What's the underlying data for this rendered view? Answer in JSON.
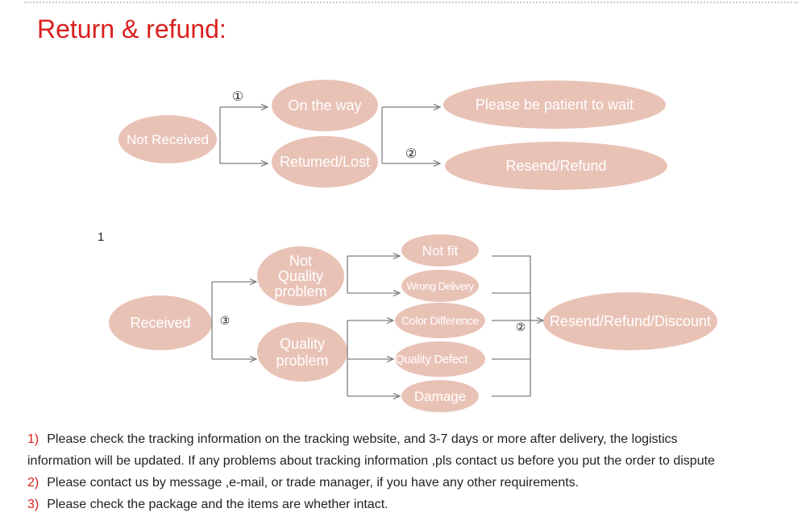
{
  "title": "Return & refund:",
  "colors": {
    "bubble": "#e9c2b6",
    "line": "#7f7f7f",
    "title": "#d9201e",
    "note_number": "#d9201e"
  },
  "diagram1": {
    "start": "Not Received",
    "step1_marker": "①",
    "on_the_way": "On the way",
    "returned_lost": "Retumed/Lost",
    "step2_marker": "②",
    "patient": "Please be patient to wait",
    "resend_refund": "Resend/Refund"
  },
  "stray_text": "1",
  "diagram2": {
    "start": "Received",
    "step3_marker": "③",
    "not_quality_lines": [
      "Not",
      "Quality",
      "problem"
    ],
    "quality_lines": [
      "Quality",
      "problem"
    ],
    "issues": [
      "Not fit",
      "Wrong Delivery",
      "Color Difference",
      "Quality Defect",
      "Damage"
    ],
    "step2_marker": "②",
    "outcome": "Resend/Refund/Discount"
  },
  "notes": [
    {
      "number": "1)",
      "text": "Please check the tracking information on the tracking website, and 3-7 days or more after delivery, the logistics"
    },
    {
      "number": "",
      "text": "information will be updated. If any problems about tracking information ,pls contact us before you put the order to dispute"
    },
    {
      "number": "2)",
      "text": "Please contact us by message ,e-mail, or trade manager, if you have any other requirements."
    },
    {
      "number": "3)",
      "text": "Please check the package and the items are whether intact."
    }
  ]
}
